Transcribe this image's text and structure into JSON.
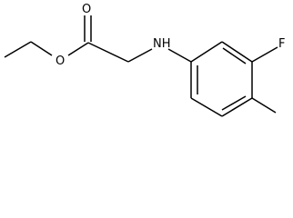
{
  "structure": {
    "atoms": {
      "carbonyl_oxygen": "O",
      "ester_oxygen": "O",
      "amine": "NH",
      "fluorine": "F"
    },
    "colors": {
      "bond": "#000000",
      "label": "#000000",
      "background": "#ffffff"
    }
  }
}
